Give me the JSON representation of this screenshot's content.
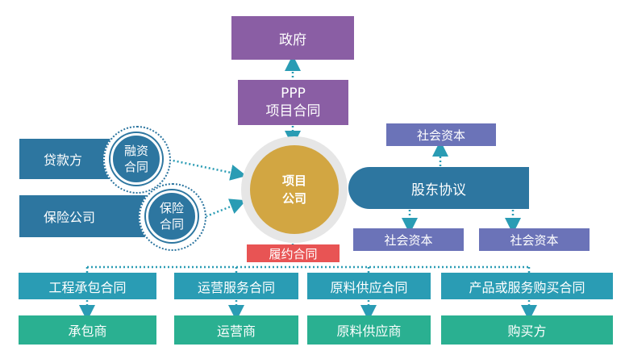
{
  "government": "政府",
  "ppp_contract": {
    "line1": "PPP",
    "line2": "项目合同"
  },
  "project_company": {
    "line1": "项目",
    "line2": "公司"
  },
  "loan": {
    "party": "贷款方",
    "contract_line1": "融资",
    "contract_line2": "合同"
  },
  "insurance": {
    "party": "保险公司",
    "contract_line1": "保险",
    "contract_line2": "合同"
  },
  "shareholder_agreement": "股东协议",
  "social_capital": [
    "社会资本",
    "社会资本",
    "社会资本"
  ],
  "performance_contracts": "履约合同",
  "contracts": [
    "工程承包合同",
    "运营服务合同",
    "原料供应合同",
    "产品或服务购买合同"
  ],
  "counterparties": [
    "承包商",
    "运营商",
    "原料供应商",
    "购买方"
  ],
  "colors": {
    "purple": "#8a5ea4",
    "slate": "#6b73b8",
    "navy": "#2d76a0",
    "teal": "#2a9cb4",
    "green": "#2ab091",
    "red": "#e85454",
    "gold": "#d2a642",
    "dotted_link": "#2a9cb4"
  }
}
